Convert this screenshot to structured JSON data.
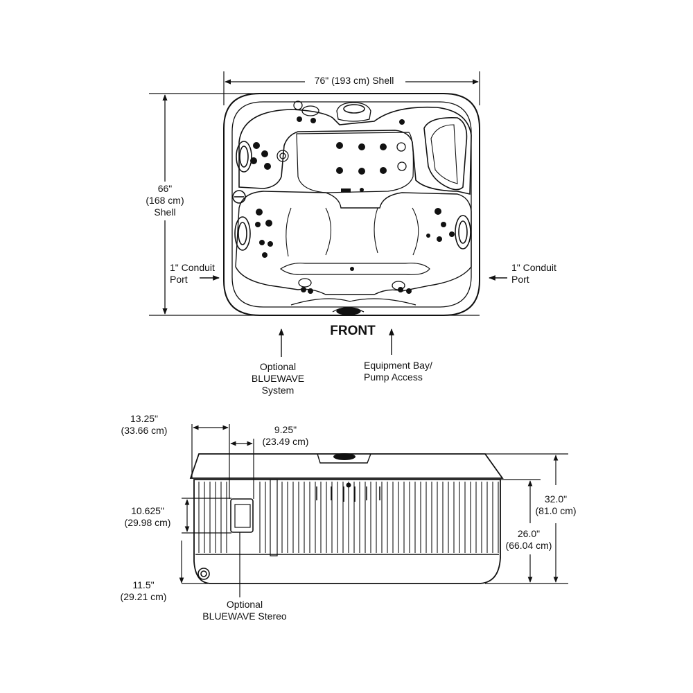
{
  "top_view": {
    "width_label": "76\" (193 cm) Shell",
    "height_label": [
      "66\"",
      "(168 cm)",
      "Shell"
    ],
    "conduit_left": [
      "1\" Conduit",
      "Port"
    ],
    "conduit_right": [
      "1\" Conduit",
      "Port"
    ],
    "front_label": "FRONT",
    "bluewave_label": [
      "Optional",
      "BLUEWAVE",
      "System"
    ],
    "equipment_label": [
      "Equipment Bay/",
      "Pump Access"
    ]
  },
  "side_view": {
    "dim_13": [
      "13.25\"",
      "(33.66 cm)"
    ],
    "dim_9": [
      "9.25\"",
      "(23.49 cm)"
    ],
    "dim_10": [
      "10.625\"",
      "(29.98 cm)"
    ],
    "dim_11": [
      "11.5\"",
      "(29.21 cm)"
    ],
    "dim_32": [
      "32.0\"",
      "(81.0 cm)"
    ],
    "dim_26": [
      "26.0\"",
      "(66.04 cm)"
    ],
    "stereo_label": [
      "Optional",
      "BLUEWAVE Stereo"
    ]
  }
}
